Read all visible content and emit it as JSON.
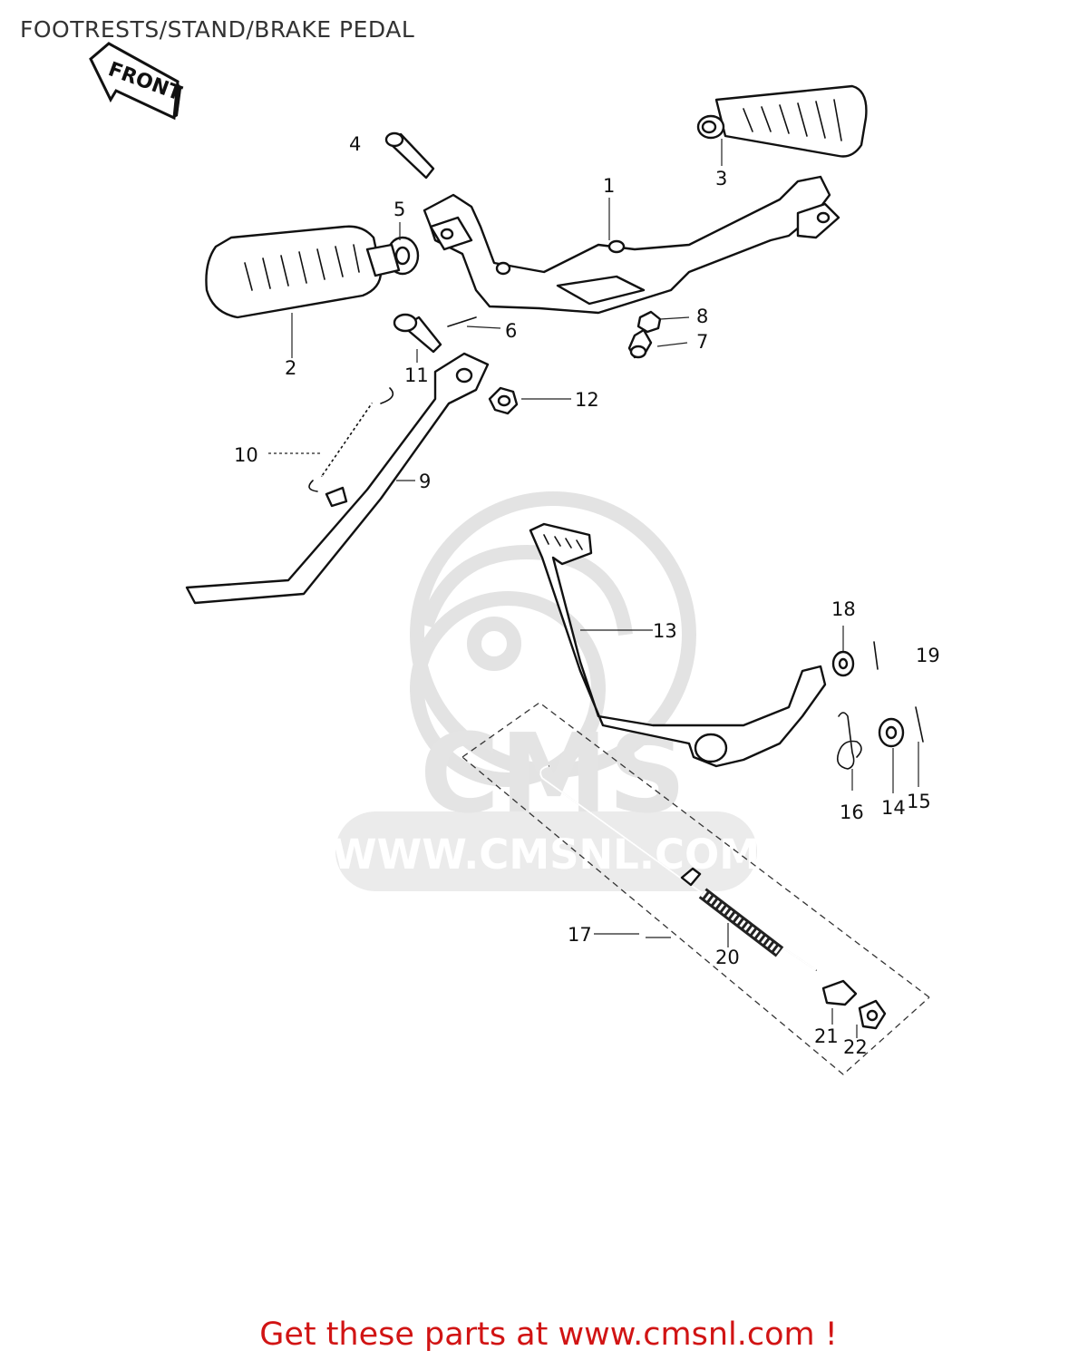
{
  "page": {
    "title": "FOOTRESTS/STAND/BRAKE PEDAL",
    "front_label": "FRONT",
    "footer_link": "Get these parts at www.cmsnl.com !"
  },
  "watermark": {
    "logo_text": "CMS",
    "url_text": "WWW.CMSNL.COM"
  },
  "callouts": {
    "c1": "1",
    "c2": "2",
    "c3": "3",
    "c4": "4",
    "c5": "5",
    "c6": "6",
    "c7": "7",
    "c8": "8",
    "c9": "9",
    "c10": "10",
    "c11": "11",
    "c12": "12",
    "c13": "13",
    "c14": "14",
    "c15": "15",
    "c16": "16",
    "c17": "17",
    "c18": "18",
    "c19": "19",
    "c20": "20",
    "c21": "21",
    "c22": "22"
  },
  "colors": {
    "footer_link": "#d11414",
    "title": "#333333",
    "watermark": "#e3e3e3"
  }
}
